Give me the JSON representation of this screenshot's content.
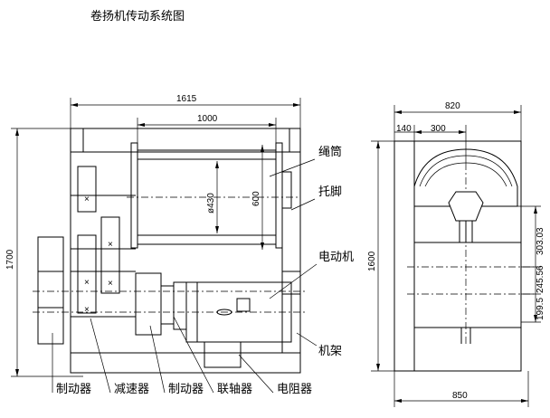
{
  "title": "卷扬机传动系统图",
  "labels": {
    "rope_drum": "绳筒",
    "support_foot": "托脚",
    "motor": "电动机",
    "frame": "机架",
    "brake_left": "制动器",
    "reducer": "减速器",
    "brake_right": "制动器",
    "coupling": "联轴器",
    "resistor": "电阻器"
  },
  "dimensions": {
    "overall_length": "1615",
    "drum_length": "1000",
    "overall_height": "1700",
    "drum_diameter": "ø430",
    "drum_flange": "600",
    "side_width_top": "820",
    "side_offset": "140",
    "side_offset2": "300",
    "side_height": "1600",
    "side_width_bottom": "850",
    "side_seg_1": "303.03",
    "side_seg_2": "245.56",
    "side_seg_3": "199.5"
  }
}
